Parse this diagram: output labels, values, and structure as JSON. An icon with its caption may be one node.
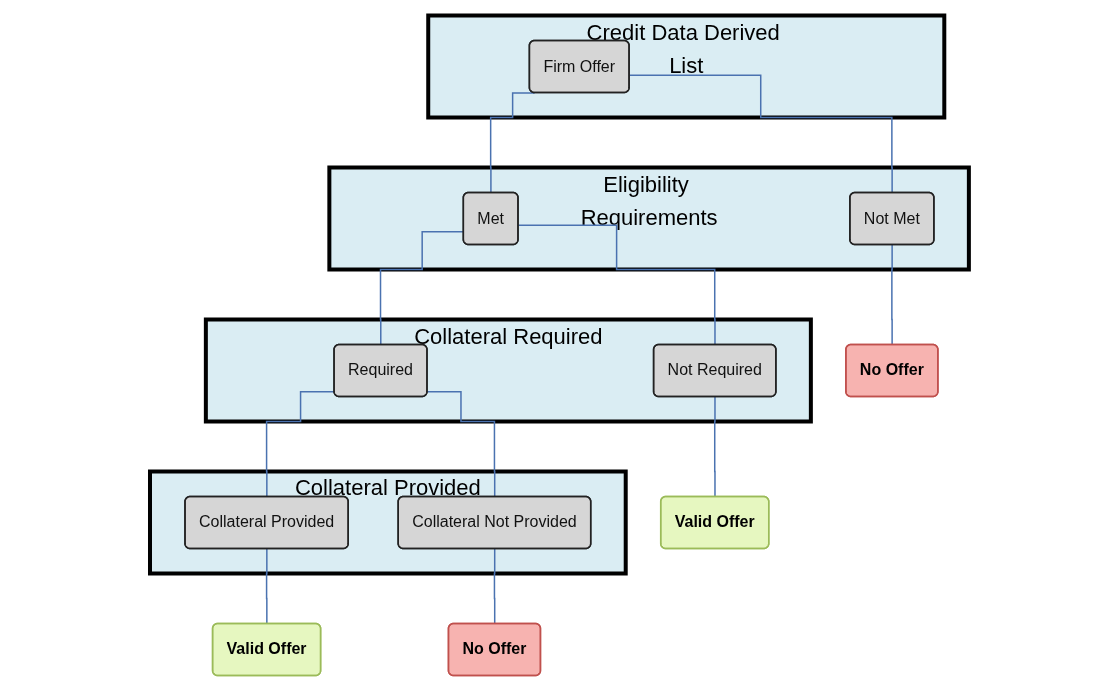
{
  "diagram": {
    "nodes": [
      {
        "text": [
          "Credit Data Derived List"
        ]
      },
      {
        "text": [
          "Firm Offer"
        ],
        "in": 0
      },
      {
        "text": [
          "Eligibility Requirements"
        ]
      },
      {
        "text": [
          "Met"
        ],
        "in": 2
      },
      {
        "text": [
          "Not Met"
        ],
        "in": 2
      },
      {
        "text": [
          "Collateral Required"
        ]
      },
      {
        "text": [
          "Required"
        ],
        "in": 5
      },
      {
        "text": [
          "Not Required"
        ],
        "in": 5
      },
      {
        "text": [
          "No Offer"
        ]
      },
      {
        "text": [
          "Collateral Provided"
        ]
      },
      {
        "text": [
          "Collateral Provided"
        ],
        "in": 9
      },
      {
        "text": [
          "Collateral Not Provided"
        ],
        "in": 9
      },
      {
        "text": [
          "Valid Offer"
        ]
      },
      {
        "text": [
          "Valid Offer"
        ]
      },
      {
        "text": [
          "No Offer"
        ]
      }
    ],
    "edges": [
      {
        "from": 1,
        "to": 3,
        "arrow": "none"
      },
      {
        "from": 1,
        "to": 4,
        "arrow": "none"
      },
      {
        "from": 3,
        "to": 6,
        "arrow": "none"
      },
      {
        "from": 3,
        "to": 7,
        "arrow": "none"
      },
      {
        "from": 4,
        "to": 8,
        "arrow": "none"
      },
      {
        "from": 6,
        "to": 10,
        "arrow": "none"
      },
      {
        "from": 6,
        "to": 11,
        "arrow": "none"
      },
      {
        "from": 7,
        "to": 12,
        "arrow": "none"
      },
      {
        "from": 10,
        "to": 13,
        "arrow": "none"
      },
      {
        "from": 11,
        "to": 14,
        "arrow": "none"
      }
    ]
  }
}
